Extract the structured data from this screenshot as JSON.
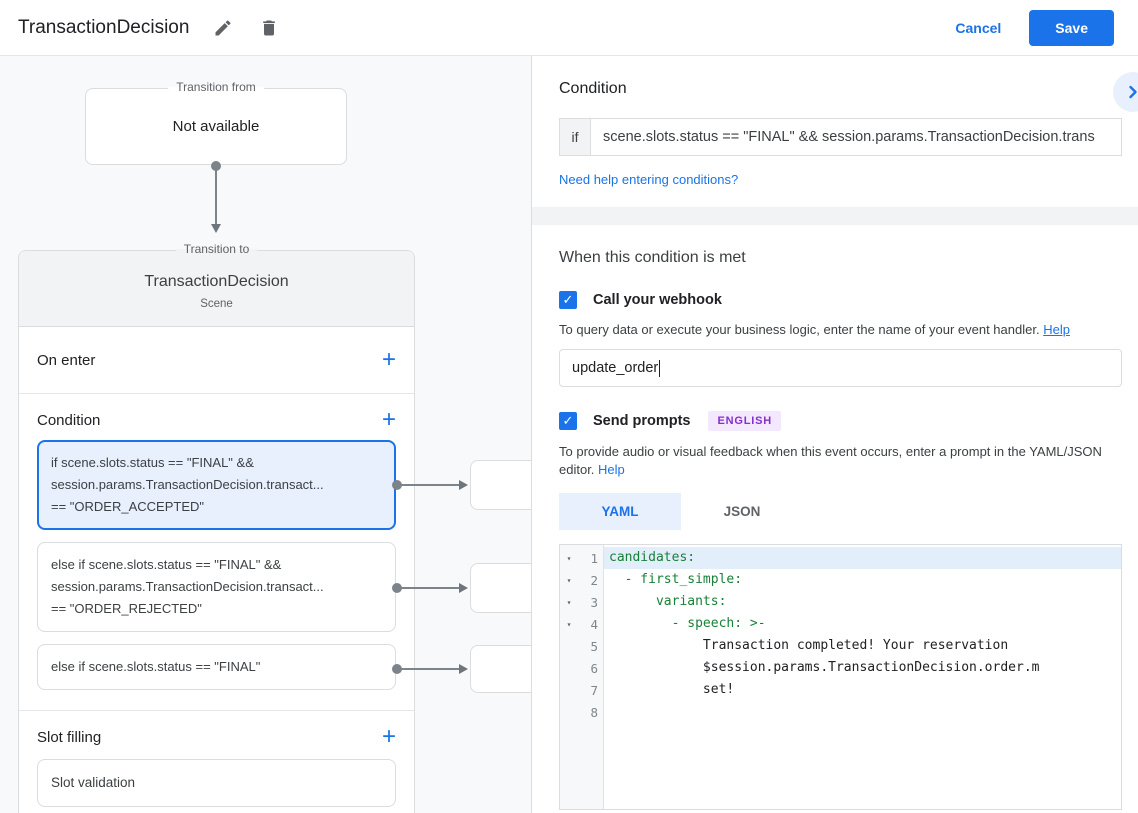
{
  "header": {
    "title": "TransactionDecision",
    "cancel_label": "Cancel",
    "save_label": "Save"
  },
  "canvas": {
    "transition_from": {
      "legend": "Transition from",
      "status": "Not available"
    },
    "transition_to": {
      "legend": "Transition to",
      "scene_name": "TransactionDecision",
      "scene_type": "Scene",
      "add_label": "+",
      "on_enter_label": "On enter",
      "condition_label": "Condition",
      "condition_cards": [
        {
          "selected": true,
          "text": "if scene.slots.status == \"FINAL\" &&\nsession.params.TransactionDecision.transact...\n== \"ORDER_ACCEPTED\""
        },
        {
          "selected": false,
          "text": "else if scene.slots.status == \"FINAL\" &&\nsession.params.TransactionDecision.transact...\n== \"ORDER_REJECTED\""
        },
        {
          "selected": false,
          "text": "else if scene.slots.status == \"FINAL\""
        }
      ],
      "slot_filling_label": "Slot filling",
      "slot_card_label": "Slot validation"
    }
  },
  "panel": {
    "title": "Condition",
    "if_label": "if",
    "condition_value": "scene.slots.status == \"FINAL\" && session.params.TransactionDecision.trans",
    "conditions_help_link": "Need help entering conditions?",
    "section_title": "When this condition is met",
    "webhook": {
      "checked": true,
      "label": "Call your webhook",
      "description": "To query data or execute your business logic, enter the name of your event handler.",
      "help_label": "Help",
      "value": "update_order"
    },
    "prompts": {
      "checked": true,
      "label": "Send prompts",
      "language_badge": "ENGLISH",
      "description": "To provide audio or visual feedback when this event occurs, enter a prompt in the YAML/JSON editor.",
      "help_label": "Help"
    },
    "tabs": [
      {
        "label": "YAML",
        "active": true
      },
      {
        "label": "JSON",
        "active": false
      }
    ],
    "editor": {
      "lines": [
        {
          "num": "1",
          "fold": true,
          "active": true,
          "tokens": [
            {
              "c": "key",
              "t": "candidates:"
            }
          ]
        },
        {
          "num": "2",
          "fold": true,
          "tokens": [
            {
              "c": "plain",
              "t": "  "
            },
            {
              "c": "key",
              "t": "- first_simple:"
            }
          ]
        },
        {
          "num": "3",
          "fold": true,
          "tokens": [
            {
              "c": "plain",
              "t": "      "
            },
            {
              "c": "key",
              "t": "variants:"
            }
          ]
        },
        {
          "num": "4",
          "fold": true,
          "tokens": [
            {
              "c": "plain",
              "t": "        "
            },
            {
              "c": "key",
              "t": "- speech: >-"
            }
          ]
        },
        {
          "num": "5",
          "tokens": [
            {
              "c": "plain",
              "t": "            Transaction completed! Your reservation"
            }
          ]
        },
        {
          "num": "6",
          "tokens": [
            {
              "c": "plain",
              "t": "            $session.params.TransactionDecision.order.m"
            }
          ]
        },
        {
          "num": "7",
          "tokens": [
            {
              "c": "plain",
              "t": "            set!"
            }
          ]
        },
        {
          "num": "8",
          "tokens": []
        }
      ]
    }
  }
}
